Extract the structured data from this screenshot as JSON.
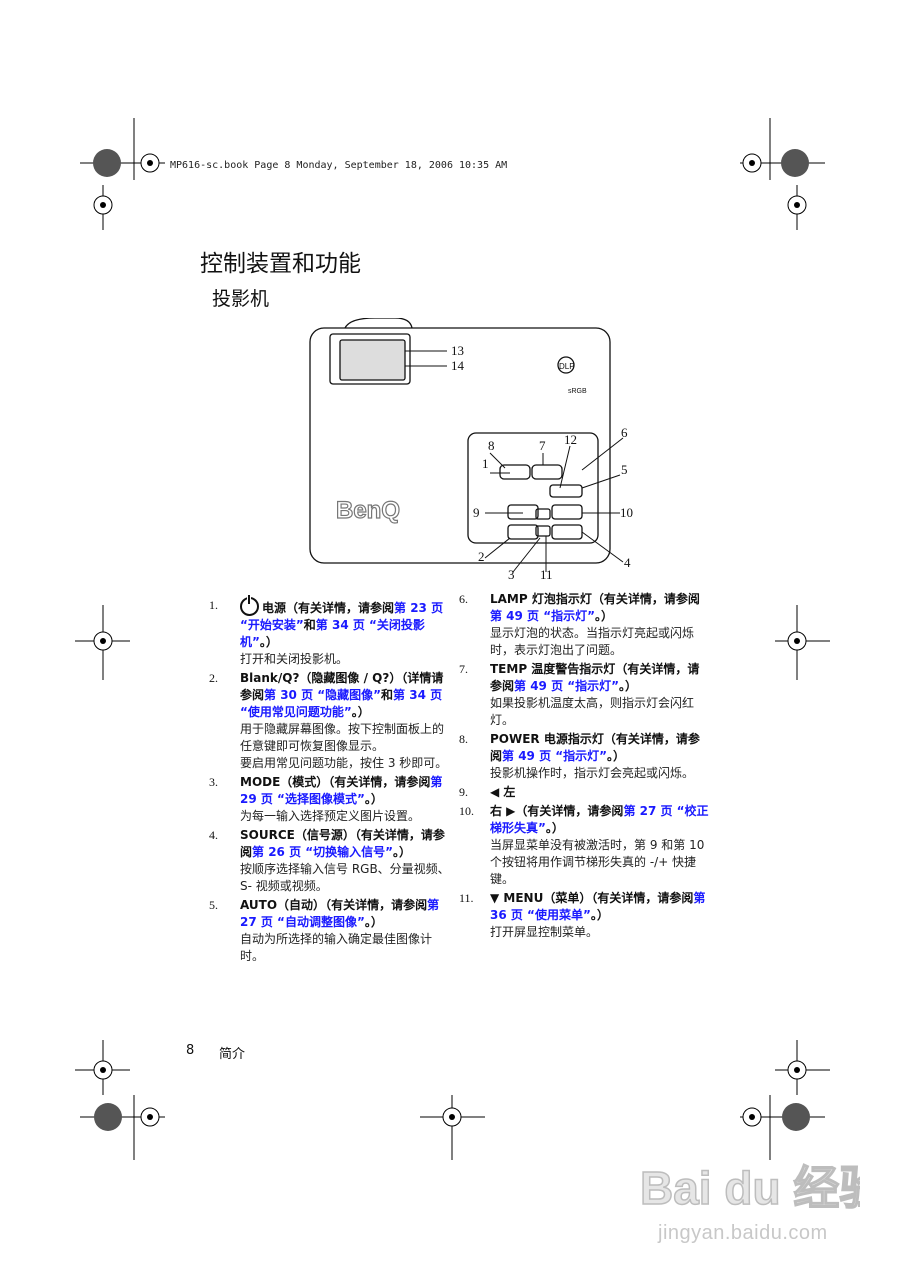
{
  "header": {
    "text": "MP616-sc.book  Page 8  Monday, September 18, 2006  10:35 AM"
  },
  "title": "控制装置和功能",
  "subtitle": "投影机",
  "figure": {
    "callouts": [
      "13",
      "14",
      "8",
      "7",
      "12",
      "6",
      "1",
      "5",
      "9",
      "10",
      "2",
      "4",
      "3",
      "11"
    ],
    "brand": "BenQ",
    "dlp": "DLP",
    "srgb": "sRGB"
  },
  "left_items": [
    {
      "num": "1.",
      "head_pre": "",
      "head": "电源（有关详情，请参阅",
      "link": "第 23 页 “开始安装”",
      "mid": "和",
      "link2": "第 34 页 “关闭投影机”",
      "tail": "。）",
      "desc": [
        "打开和关闭投影机。"
      ]
    },
    {
      "num": "2.",
      "head_pre": "Blank/Q?（隐藏图像 / Q?）",
      "head": "（详情请参阅",
      "link": "第 30 页 “隐藏图像”",
      "mid": "和",
      "link2": "第 34 页 “使用常见问题功能”",
      "tail": "。）",
      "desc": [
        "用于隐藏屏幕图像。按下控制面板上的任意键即可恢复图像显示。",
        "要启用常见问题功能，按住 3 秒即可。"
      ]
    },
    {
      "num": "3.",
      "head_pre": "MODE（模式）",
      "head": "（有关详情，请参阅",
      "link": "第 29 页 “选择图像模式”",
      "mid": "",
      "link2": "",
      "tail": "。）",
      "desc": [
        "为每一输入选择预定义图片设置。"
      ]
    },
    {
      "num": "4.",
      "head_pre": "SOURCE（信号源）",
      "head": "（有关详情，请参阅",
      "link": "第 26 页 “切换输入信号”",
      "mid": "",
      "link2": "",
      "tail": "。）",
      "desc": [
        "按顺序选择输入信号 RGB、分量视频、S- 视频或视频。"
      ]
    },
    {
      "num": "5.",
      "head_pre": "AUTO（自动）",
      "head": "（有关详情，请参阅",
      "link": "第 27 页 “自动调整图像”",
      "mid": "",
      "link2": "",
      "tail": "。）",
      "desc": [
        "自动为所选择的输入确定最佳图像计时。"
      ]
    }
  ],
  "right_items": [
    {
      "num": "6.",
      "head_pre": "LAMP 灯泡指示灯",
      "head": "（有关详情，请参阅",
      "link": "第 49 页 “指示灯”",
      "tail": "。）",
      "desc": [
        "显示灯泡的状态。当指示灯亮起或闪烁时，表示灯泡出了问题。"
      ]
    },
    {
      "num": "7.",
      "head_pre": "TEMP 温度警告指示灯",
      "head": "（有关详情，请参阅",
      "link": "第 49 页 “指示灯”",
      "tail": "。）",
      "desc": [
        "如果投影机温度太高，则指示灯会闪红灯。"
      ]
    },
    {
      "num": "8.",
      "head_pre": "POWER 电源指示灯",
      "head": "（有关详情，请参阅",
      "link": "第 49 页 “指示灯”",
      "tail": "。）",
      "desc": [
        "投影机操作时，指示灯会亮起或闪烁。"
      ]
    },
    {
      "num": "9.",
      "head_pre": "◀ 左",
      "head": "",
      "link": "",
      "tail": "",
      "desc": []
    },
    {
      "num": "10.",
      "head_pre": "右 ▶",
      "head": "（有关详情，请参阅",
      "link": "第 27 页 “校正梯形失真”",
      "tail": "。）",
      "desc": [
        "当屏显菜单没有被激活时，第 9 和第 10 个按钮将用作调节梯形失真的 -/+ 快捷键。"
      ]
    },
    {
      "num": "11.",
      "head_pre": "▼ MENU（菜单）",
      "head": "（有关详情，请参阅",
      "link": "第 36 页 “使用菜单”",
      "tail": "。）",
      "desc": [
        "打开屏显控制菜单。"
      ]
    }
  ],
  "footer": {
    "page": "8",
    "section": "简介"
  },
  "watermark": {
    "brand": "Bai du 经验",
    "url": "jingyan.baidu.com"
  }
}
